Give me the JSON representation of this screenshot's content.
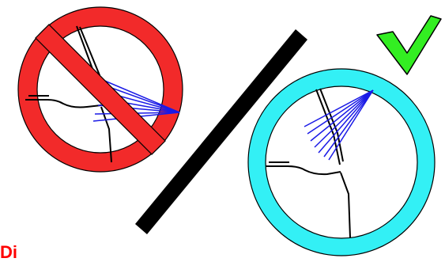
{
  "diagram": {
    "wrong_panel": {
      "sign": "prohibition-sign",
      "ring_color": "#f22a2a",
      "outline_color": "#000000",
      "ray_color": "#1a1ae6",
      "ray_count": 7
    },
    "right_panel": {
      "sign": "checkmark-icon",
      "ring_color": "#33f0f5",
      "check_color": "#33ee22",
      "ray_color": "#1a1ae6",
      "ray_count": 7
    },
    "divider": {
      "color": "#000000"
    }
  },
  "corner_text": "Di"
}
